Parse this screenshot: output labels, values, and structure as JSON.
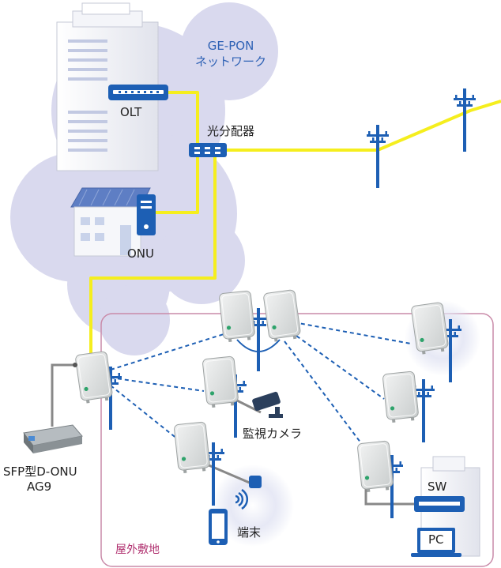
{
  "labels": {
    "network_line1": "GE-PON",
    "network_line2": "ネットワーク",
    "olt": "OLT",
    "splitter": "光分配器",
    "onu": "ONU",
    "sfp_line1": "SFP型D-ONU",
    "sfp_line2": "AG9",
    "camera": "監視カメラ",
    "terminal": "端末",
    "sw": "SW",
    "pc": "PC",
    "outdoor_area": "屋外敷地"
  },
  "colors": {
    "cloud": "#d9d9ee",
    "fiber": "#f5ee1e",
    "device_blue": "#1d5fb4",
    "area_border": "#c98aa8",
    "area_label": "#b0306f",
    "wireless_link": "#1d5fb4",
    "wired_link": "#888888"
  },
  "icons": [
    "building-icon",
    "olt-device-icon",
    "optical-splitter-icon",
    "house-icon",
    "onu-device-icon",
    "utility-pole-icon",
    "access-point-icon",
    "sfp-module-icon",
    "security-camera-icon",
    "wifi-signal-icon",
    "smartphone-icon",
    "switch-icon",
    "laptop-icon",
    "server-rack-icon"
  ]
}
